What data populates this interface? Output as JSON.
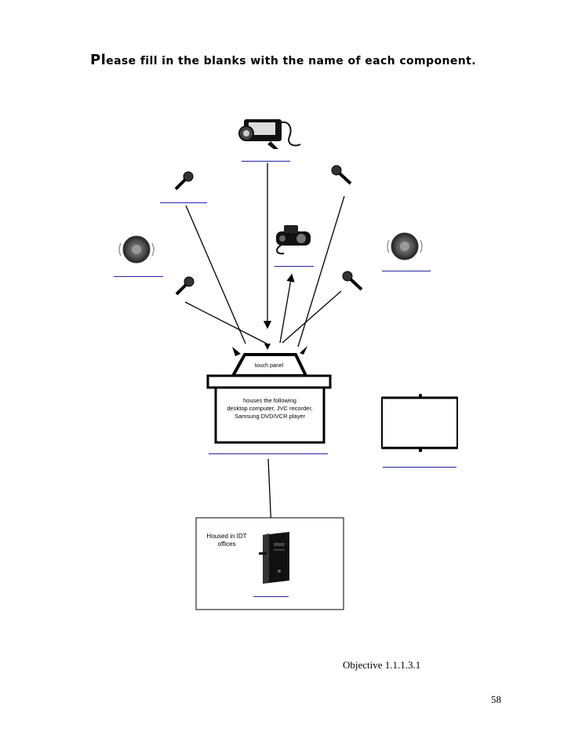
{
  "heading": {
    "first": "Pl",
    "rest": "ease fill in the blanks with the name of each component."
  },
  "podium": {
    "panel_label": "touch panel",
    "contents_line1": "houses the following",
    "contents_line2": "desktop computer, JVC recorder,",
    "contents_line3": "Samsung DVD/VCR player"
  },
  "server_box": {
    "line1": "Housed in IDT",
    "line2": "offices"
  },
  "objective": "Objective 1.1.1.3.1",
  "page_number": "58",
  "colors": {
    "blank_line": "#2222aa",
    "ink": "#000000"
  },
  "icons": [
    "video-camera-icon",
    "microphone-icon",
    "speaker-icon",
    "document-camera-icon",
    "projection-screen-icon",
    "server-tower-icon"
  ]
}
